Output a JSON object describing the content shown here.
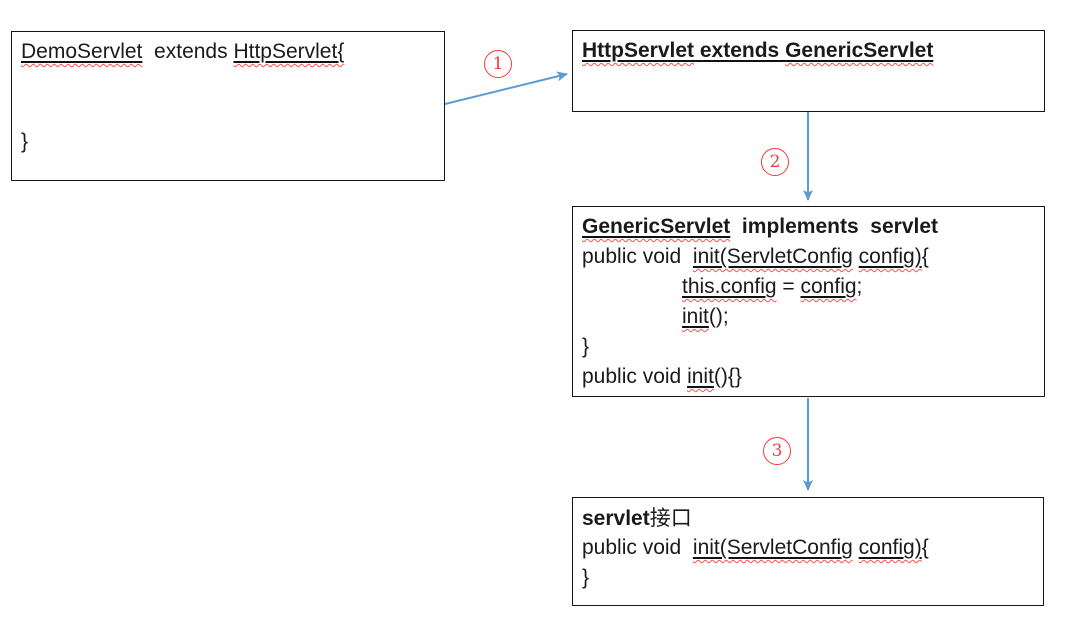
{
  "colors": {
    "arrow_blue": "#5b9bd5",
    "squiggle_red": "#ff5050",
    "step_circle_red": "#f23b3b",
    "box_border": "#141414",
    "text": "#1a1a1a"
  },
  "steps": [
    {
      "label": "1"
    },
    {
      "label": "2"
    },
    {
      "label": "3"
    }
  ],
  "boxes": {
    "demo": {
      "title": "DemoServlet extends HttpServlet",
      "lines": [
        {
          "segs": [
            {
              "t": "DemoServlet",
              "s": "uw"
            },
            {
              "t": "  extends ",
              "s": "p"
            },
            {
              "t": "HttpServlet{",
              "s": "uw"
            }
          ]
        },
        {
          "segs": []
        },
        {
          "segs": []
        },
        {
          "segs": [
            {
              "t": "}",
              "s": "p"
            }
          ]
        }
      ]
    },
    "http": {
      "title": "HttpServlet extends GenericServlet",
      "lines": [
        {
          "segs": [
            {
              "t": "HttpServlet",
              "s": "uw",
              "b": true
            },
            {
              "t": " extends ",
              "s": "u",
              "b": true
            },
            {
              "t": "GenericServlet",
              "s": "uw",
              "b": true
            }
          ]
        }
      ]
    },
    "generic": {
      "title": "GenericServlet implements servlet",
      "lines": [
        {
          "segs": [
            {
              "t": "GenericServlet",
              "s": "uw",
              "b": true
            },
            {
              "t": "  implements  servlet",
              "s": "p",
              "b": true
            }
          ]
        },
        {
          "segs": [
            {
              "t": "public void  ",
              "s": "p"
            },
            {
              "t": "init(ServletConfig",
              "s": "uw"
            },
            {
              "t": " ",
              "s": "p"
            },
            {
              "t": "config)",
              "s": "uw"
            },
            {
              "t": "{",
              "s": "p"
            }
          ]
        },
        {
          "indent": 1,
          "segs": [
            {
              "t": "this.config",
              "s": "uw"
            },
            {
              "t": " = ",
              "s": "p"
            },
            {
              "t": "config",
              "s": "uw"
            },
            {
              "t": ";",
              "s": "p"
            }
          ]
        },
        {
          "indent": 1,
          "segs": [
            {
              "t": "init",
              "s": "uw"
            },
            {
              "t": "();",
              "s": "p"
            }
          ]
        },
        {
          "segs": [
            {
              "t": "}",
              "s": "p"
            }
          ]
        },
        {
          "segs": [
            {
              "t": "public void ",
              "s": "p"
            },
            {
              "t": "init",
              "s": "uw"
            },
            {
              "t": "(){}",
              "s": "p"
            }
          ]
        }
      ]
    },
    "servlet_interface": {
      "title": "servlet接口",
      "lines": [
        {
          "segs": [
            {
              "t": "servlet",
              "s": "p",
              "b": true
            },
            {
              "t": "接口",
              "s": "p",
              "cjk": true
            }
          ]
        },
        {
          "segs": [
            {
              "t": "public void  ",
              "s": "p"
            },
            {
              "t": "init(ServletConfig",
              "s": "uw"
            },
            {
              "t": " ",
              "s": "p"
            },
            {
              "t": "config)",
              "s": "uw"
            },
            {
              "t": "{",
              "s": "p"
            }
          ]
        },
        {
          "segs": [
            {
              "t": "}",
              "s": "p"
            }
          ]
        }
      ]
    }
  }
}
